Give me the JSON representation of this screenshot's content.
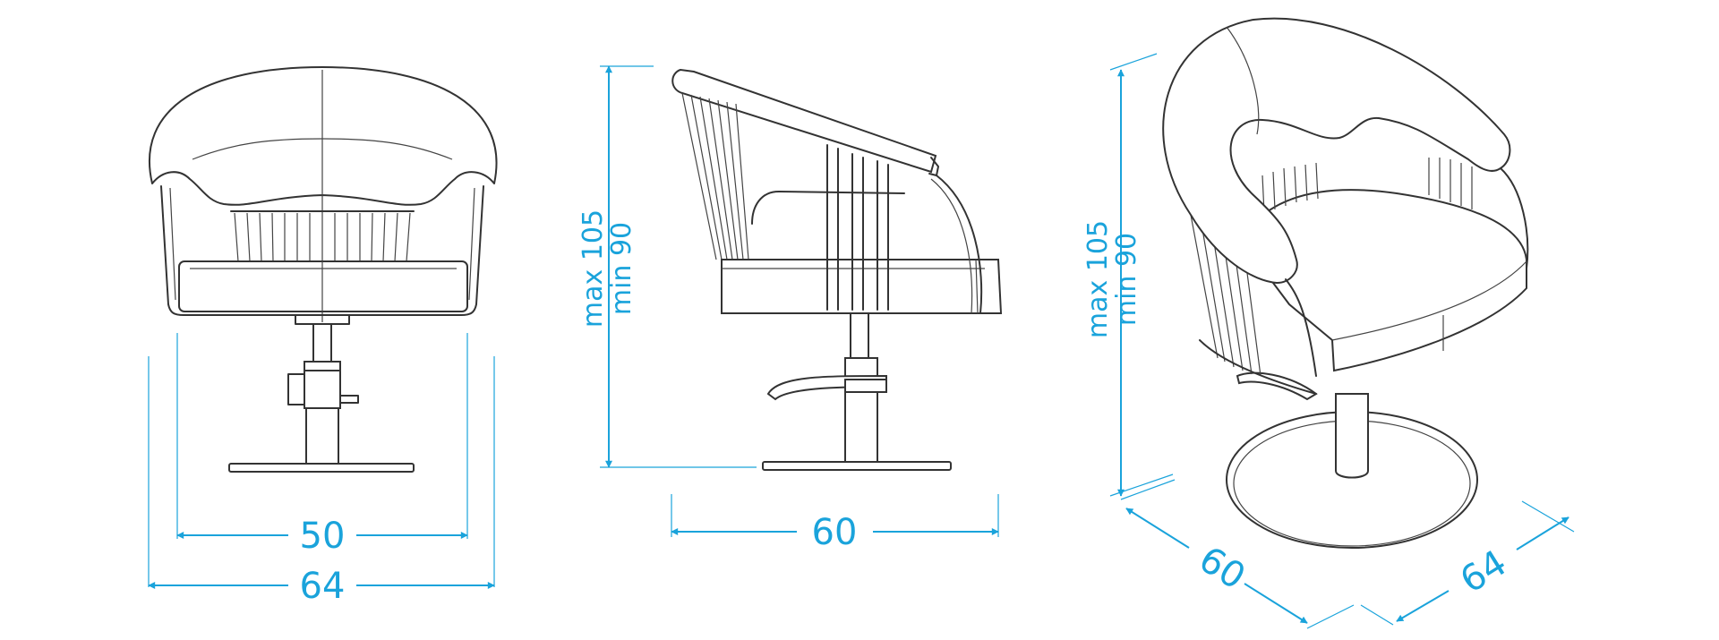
{
  "palette": {
    "dimension_color": "#1aa3db",
    "line_color": "#333333"
  },
  "front_view": {
    "inner_width": "50",
    "outer_width": "64"
  },
  "side_view": {
    "height_max": "max 105",
    "height_min": "min 90",
    "depth": "60"
  },
  "iso_view": {
    "height_max": "max 105",
    "height_min": "min 90",
    "depth": "60",
    "width": "64"
  }
}
